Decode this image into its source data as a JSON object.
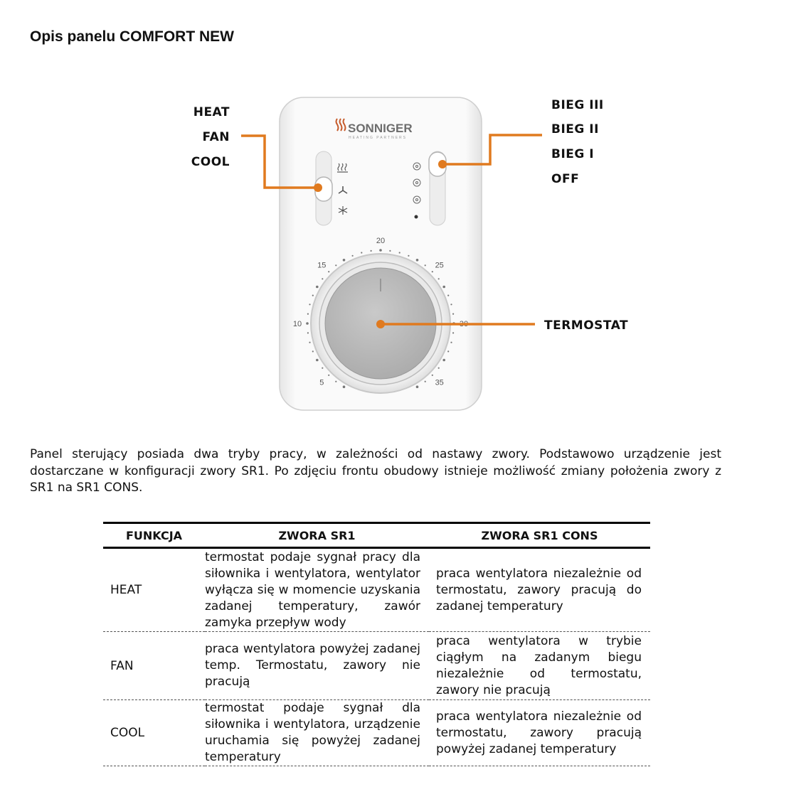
{
  "page_title": "Opis panelu COMFORT NEW",
  "panel": {
    "brand": "SONNIGER",
    "brand_sub": "HEATING PARTNERS",
    "left_labels": [
      "HEAT",
      "FAN",
      "COOL"
    ],
    "right_labels": [
      "BIEG III",
      "BIEG II",
      "BIEG I",
      "OFF"
    ],
    "thermostat_label": "TERMOSTAT",
    "dial_scale": [
      "5",
      "10",
      "15",
      "20",
      "25",
      "30",
      "35"
    ],
    "accent_color": "#e07a1f"
  },
  "paragraph": "Panel sterujący posiada dwa tryby pracy, w zależności od nastawy zwory. Podstawowo urządzenie jest dostarczane w konfiguracji zwory SR1. Po zdjęciu frontu obudowy istnieje możliwość zmiany położenia zwory z SR1 na SR1 CONS.",
  "table": {
    "headers": [
      "FUNKCJA",
      "ZWORA SR1",
      "ZWORA SR1 CONS"
    ],
    "rows": [
      {
        "function": "HEAT",
        "sr1": "termostat podaje sygnał pracy dla siłownika i wentylatora, wentylator wyłącza się w momencie uzyskania zadanej temperatury, zawór zamyka przepływ wody",
        "sr1_cons": "praca wentylatora niezależnie od termostatu, zawory pracują do zadanej temperatury"
      },
      {
        "function": "FAN",
        "sr1": "praca wentylatora powyżej zadanej temp. Termostatu, zawory nie pracują",
        "sr1_cons": "praca wentylatora w trybie ciągłym na zadanym biegu niezależnie od termostatu, zawory nie pracują"
      },
      {
        "function": "COOL",
        "sr1": "termostat podaje sygnał dla siłownika i wentylatora, urządzenie uruchamia się powyżej zadanej temperatury",
        "sr1_cons": "praca wentylatora niezależnie od termostatu, zawory pracują powyżej zadanej temperatury"
      }
    ]
  }
}
